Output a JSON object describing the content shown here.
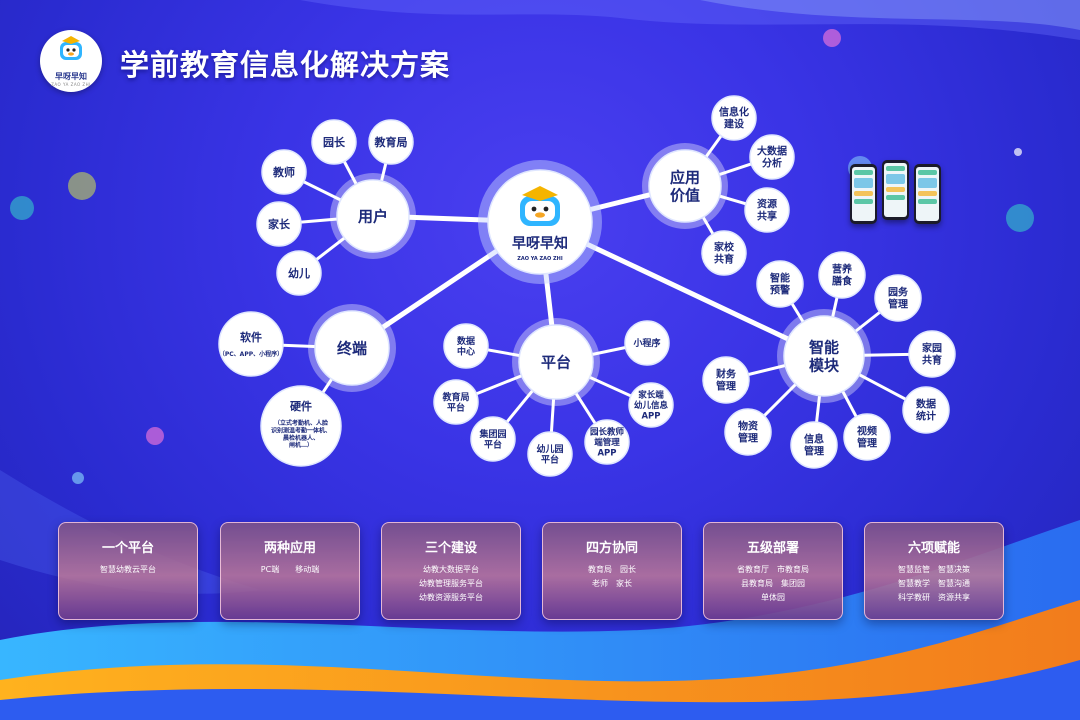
{
  "header": {
    "title": "学前教育信息化解决方案",
    "logo_text": "早呀早知",
    "logo_sub": "ZAO YA ZAO ZHI"
  },
  "center": {
    "label": "早呀早知",
    "sub": "ZAO YA ZAO ZHI"
  },
  "hubs": {
    "users": {
      "label": "用户",
      "children": [
        "园长",
        "教育局",
        "教师",
        "家长",
        "幼儿"
      ]
    },
    "value": {
      "label": [
        "应用",
        "价值"
      ],
      "children": [
        [
          "信息化",
          "建设"
        ],
        [
          "大数据",
          "分析"
        ],
        [
          "资源",
          "共享"
        ],
        [
          "家校",
          "共育"
        ]
      ]
    },
    "terminal": {
      "label": "终端",
      "children": [
        {
          "title": "软件",
          "desc": [
            "（PC、APP、小程序）"
          ]
        },
        {
          "title": "硬件",
          "desc": [
            "（立式考勤机、人脸",
            "识别测温考勤一体机、",
            "晨检机器人、",
            "闸机…）"
          ]
        }
      ]
    },
    "platform": {
      "label": "平台",
      "children": [
        [
          "数据",
          "中心"
        ],
        [
          "教育局",
          "平台"
        ],
        [
          "集团园",
          "平台"
        ],
        [
          "幼儿园",
          "平台"
        ],
        [
          "园长教师",
          "端管理",
          "APP"
        ],
        [
          "家长端",
          "幼儿信息",
          "APP"
        ],
        [
          "小程序"
        ]
      ]
    },
    "modules": {
      "label": [
        "智能",
        "模块"
      ],
      "children": [
        [
          "智能",
          "预警"
        ],
        [
          "营养",
          "膳食"
        ],
        [
          "园务",
          "管理"
        ],
        [
          "家园",
          "共育"
        ],
        [
          "数据",
          "统计"
        ],
        [
          "视频",
          "管理"
        ],
        [
          "信息",
          "管理"
        ],
        [
          "物资",
          "管理"
        ],
        [
          "财务",
          "管理"
        ]
      ]
    }
  },
  "cards": [
    {
      "title": "一个平台",
      "lines": [
        "智慧幼教云平台"
      ]
    },
    {
      "title": "两种应用",
      "lines": [
        "PC端　　移动端"
      ]
    },
    {
      "title": "三个建设",
      "lines": [
        "幼教大数据平台",
        "幼教管理服务平台",
        "幼教资源服务平台"
      ]
    },
    {
      "title": "四方协同",
      "lines": [
        "教育局　园长",
        "老师　家长"
      ]
    },
    {
      "title": "五级部署",
      "lines": [
        "省教育厅　市教育局",
        "县教育局　集团园",
        "单体园"
      ]
    },
    {
      "title": "六项赋能",
      "lines": [
        "智慧监管　智慧决策",
        "智慧教学　智慧沟通",
        "科学教研　资源共享"
      ]
    }
  ],
  "colors": {
    "line": "#ffffff",
    "node": "#ffffff",
    "text": "#1d2a7a",
    "wave_orange": "#f7a21b",
    "wave_blue": "#2ea3f2"
  }
}
